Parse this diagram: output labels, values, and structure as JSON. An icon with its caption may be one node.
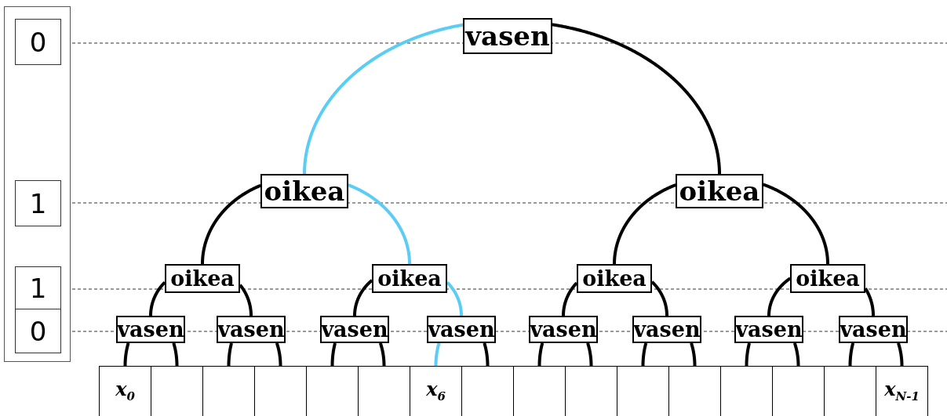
{
  "diagram": {
    "nodes": [
      {
        "text": [],
        "shape": "box"
      },
      {
        "text": [
          "0"
        ],
        "in": 0
      },
      {
        "text": [
          "1"
        ],
        "in": 0
      },
      {
        "text": [
          "1"
        ],
        "in": 0
      },
      {
        "text": [
          "0"
        ],
        "in": 0
      },
      {
        "text": [
          "vasen"
        ]
      },
      {
        "text": [
          "oikea"
        ]
      },
      {
        "text": [
          "oikea"
        ]
      },
      {
        "text": [
          "oikea"
        ]
      },
      {
        "text": [
          "oikea"
        ]
      },
      {
        "text": [
          "oikea"
        ]
      },
      {
        "text": [
          "oikea"
        ]
      },
      {
        "text": [
          "vasen"
        ]
      },
      {
        "text": [
          "vasen"
        ]
      },
      {
        "text": [
          "vasen"
        ]
      },
      {
        "text": [
          "vasen"
        ]
      },
      {
        "text": [
          "vasen"
        ]
      },
      {
        "text": [
          "vasen"
        ]
      },
      {
        "text": [
          "vasen"
        ]
      },
      {
        "text": [
          "vasen"
        ]
      },
      {
        "text": [
          "x$_{0}$"
        ]
      },
      {
        "text": [],
        "shape": "box"
      },
      {
        "text": [],
        "shape": "box"
      },
      {
        "text": [],
        "shape": "box"
      },
      {
        "text": [],
        "shape": "box"
      },
      {
        "text": [],
        "shape": "box"
      },
      {
        "text": [
          "x$_{6}$"
        ]
      },
      {
        "text": [],
        "shape": "box"
      },
      {
        "text": [],
        "shape": "box"
      },
      {
        "text": [],
        "shape": "box"
      },
      {
        "text": [],
        "shape": "box"
      },
      {
        "text": [],
        "shape": "box"
      },
      {
        "text": [],
        "shape": "box"
      },
      {
        "text": [],
        "shape": "box"
      },
      {
        "text": [],
        "shape": "box"
      },
      {
        "text": [
          "x$_{N-1}$"
        ]
      }
    ],
    "edges": [
      {
        "from": 5,
        "to": 6,
        "arrow": "none",
        "color": "#5bcdf5"
      },
      {
        "from": 5,
        "to": 7,
        "arrow": "none"
      },
      {
        "from": 6,
        "to": 8,
        "arrow": "none"
      },
      {
        "from": 6,
        "to": 9,
        "arrow": "none",
        "color": "#5bcdf5"
      },
      {
        "from": 7,
        "to": 10,
        "arrow": "none"
      },
      {
        "from": 7,
        "to": 11,
        "arrow": "none"
      },
      {
        "from": 8,
        "to": 12,
        "arrow": "none"
      },
      {
        "from": 8,
        "to": 13,
        "arrow": "none"
      },
      {
        "from": 9,
        "to": 14,
        "arrow": "none"
      },
      {
        "from": 9,
        "to": 15,
        "arrow": "none",
        "color": "#5bcdf5"
      },
      {
        "from": 10,
        "to": 16,
        "arrow": "none"
      },
      {
        "from": 10,
        "to": 17,
        "arrow": "none"
      },
      {
        "from": 11,
        "to": 18,
        "arrow": "none"
      },
      {
        "from": 11,
        "to": 19,
        "arrow": "none"
      },
      {
        "from": 12,
        "to": 20,
        "arrow": "none"
      },
      {
        "from": 12,
        "to": 21,
        "arrow": "none"
      },
      {
        "from": 13,
        "to": 22,
        "arrow": "none"
      },
      {
        "from": 13,
        "to": 23,
        "arrow": "none"
      },
      {
        "from": 14,
        "to": 24,
        "arrow": "none"
      },
      {
        "from": 14,
        "to": 25,
        "arrow": "none"
      },
      {
        "from": 15,
        "to": 26,
        "arrow": "none",
        "color": "#5bcdf5"
      },
      {
        "from": 15,
        "to": 27,
        "arrow": "none"
      },
      {
        "from": 16,
        "to": 28,
        "arrow": "none"
      },
      {
        "from": 16,
        "to": 29,
        "arrow": "none"
      },
      {
        "from": 17,
        "to": 30,
        "arrow": "none"
      },
      {
        "from": 17,
        "to": 31,
        "arrow": "none"
      },
      {
        "from": 18,
        "to": 32,
        "arrow": "none"
      },
      {
        "from": 18,
        "to": 33,
        "arrow": "none"
      },
      {
        "from": 19,
        "to": 34,
        "arrow": "none"
      },
      {
        "from": 19,
        "to": 35,
        "arrow": "none"
      }
    ]
  }
}
